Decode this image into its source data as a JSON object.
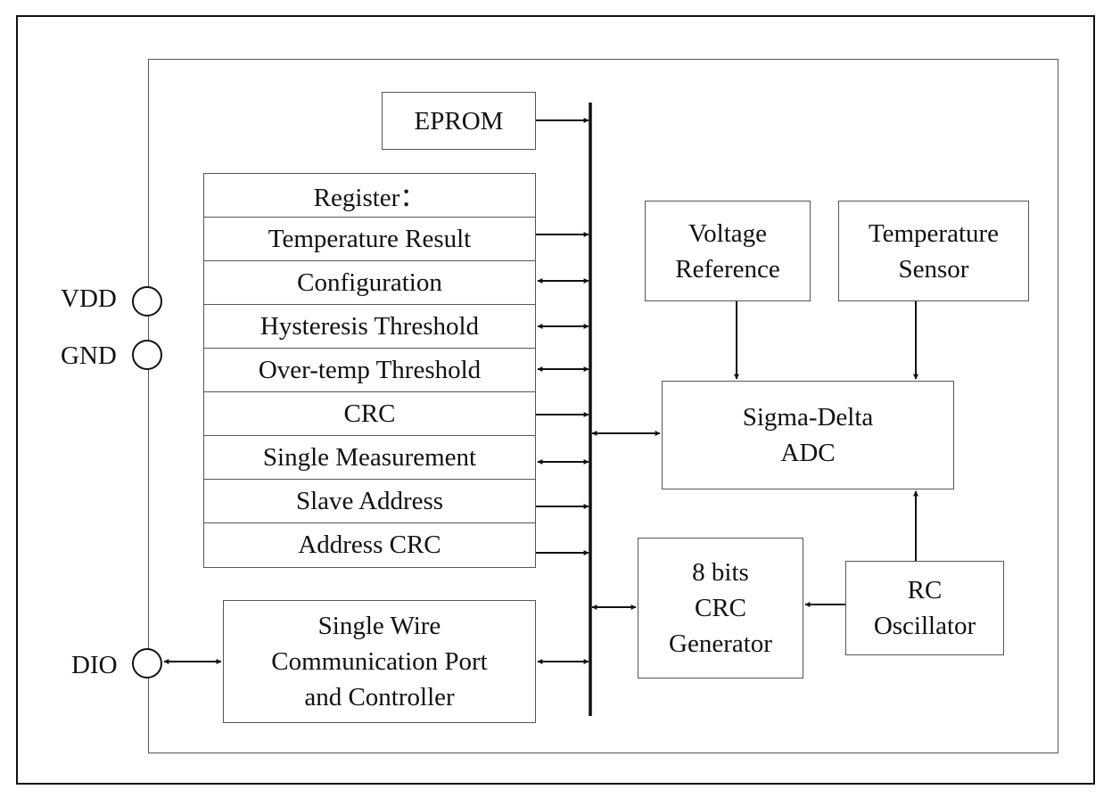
{
  "pins": {
    "vdd": "VDD",
    "gnd": "GND",
    "dio": "DIO"
  },
  "blocks": {
    "eprom": "EPROM",
    "voltage_reference": "Voltage\nReference",
    "temperature_sensor": "Temperature\nSensor",
    "adc": "Sigma-Delta\nADC",
    "crc_generator": "8 bits\nCRC\nGenerator",
    "rc_oscillator": "RC\nOscillator",
    "single_wire": "Single Wire\nCommunication Port\nand Controller"
  },
  "register": {
    "header": "Register：",
    "rows": [
      "Temperature Result",
      "Configuration",
      "Hysteresis Threshold",
      "Over-temp Threshold",
      "CRC",
      "Single Measurement",
      "Slave Address",
      "Address CRC"
    ]
  }
}
